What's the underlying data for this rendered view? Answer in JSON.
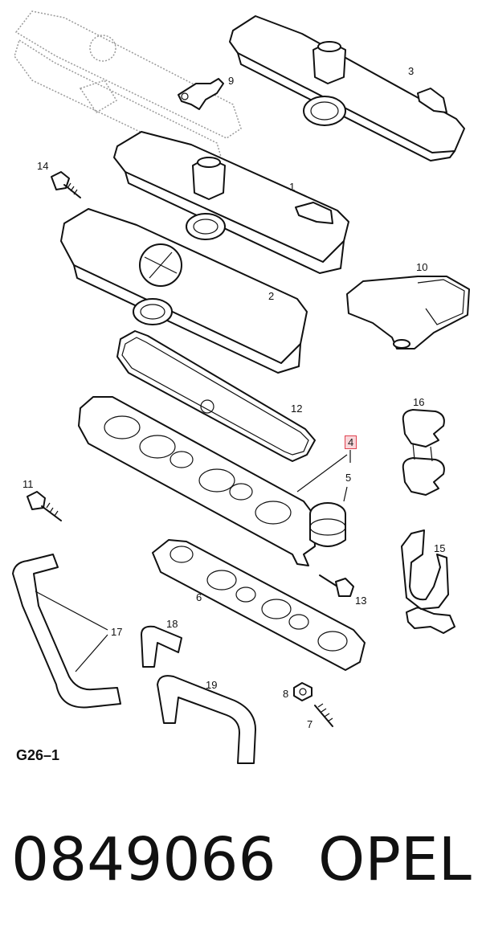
{
  "figure_code": "G26–1",
  "part_number": "0849066",
  "brand": "OPEL",
  "callouts": [
    {
      "id": "c1",
      "label": "1",
      "highlighted": false
    },
    {
      "id": "c2",
      "label": "2",
      "highlighted": false
    },
    {
      "id": "c3",
      "label": "3",
      "highlighted": false
    },
    {
      "id": "c4",
      "label": "4",
      "highlighted": true
    },
    {
      "id": "c5",
      "label": "5",
      "highlighted": false
    },
    {
      "id": "c6",
      "label": "6",
      "highlighted": false
    },
    {
      "id": "c7",
      "label": "7",
      "highlighted": false
    },
    {
      "id": "c8",
      "label": "8",
      "highlighted": false
    },
    {
      "id": "c9",
      "label": "9",
      "highlighted": false
    },
    {
      "id": "c10",
      "label": "10",
      "highlighted": false
    },
    {
      "id": "c11",
      "label": "11",
      "highlighted": false
    },
    {
      "id": "c12",
      "label": "12",
      "highlighted": false
    },
    {
      "id": "c13",
      "label": "13",
      "highlighted": false
    },
    {
      "id": "c14",
      "label": "14",
      "highlighted": false
    },
    {
      "id": "c15",
      "label": "15",
      "highlighted": false
    },
    {
      "id": "c16",
      "label": "16",
      "highlighted": false
    },
    {
      "id": "c17",
      "label": "17",
      "highlighted": false
    },
    {
      "id": "c18",
      "label": "18",
      "highlighted": false
    },
    {
      "id": "c19",
      "label": "19",
      "highlighted": false
    }
  ],
  "colors": {
    "line": "#111111",
    "ghost": "#9a9a9a",
    "highlight_border": "#e0424f",
    "highlight_fill": "#f9d6da"
  }
}
